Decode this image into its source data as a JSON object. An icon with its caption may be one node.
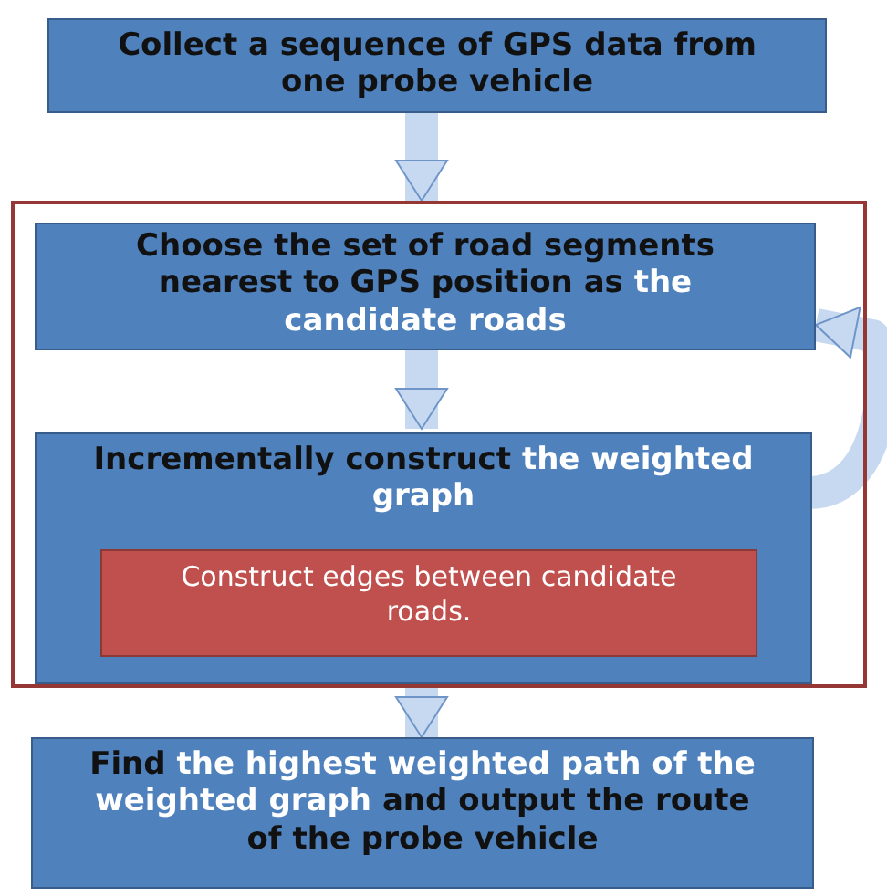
{
  "diagram": {
    "nodes": [
      {
        "text": [
          "Collect a sequence of GPS data from one probe vehicle"
        ]
      },
      {
        "text": [],
        "shape": "box"
      },
      {
        "text": [
          "Choose the set of road segments nearest to GPS position as **the candidate roads**"
        ],
        "in": 1
      },
      {
        "text": [
          "Incrementally construct **the weighted graph**"
        ],
        "in": 1
      },
      {
        "text": [
          "Construct edges between candidate roads."
        ],
        "in": 3
      },
      {
        "text": [
          "Find **the highest weighted path of the weighted graph** and output the route of the probe vehicle"
        ]
      }
    ],
    "edges": [
      {
        "from": 0,
        "to": 1,
        "arrow": "to"
      },
      {
        "from": 2,
        "to": 3,
        "arrow": "to"
      },
      {
        "from": 1,
        "to": 5,
        "arrow": "to"
      },
      {
        "from": 3,
        "to": 2,
        "arrow": "to"
      }
    ]
  }
}
